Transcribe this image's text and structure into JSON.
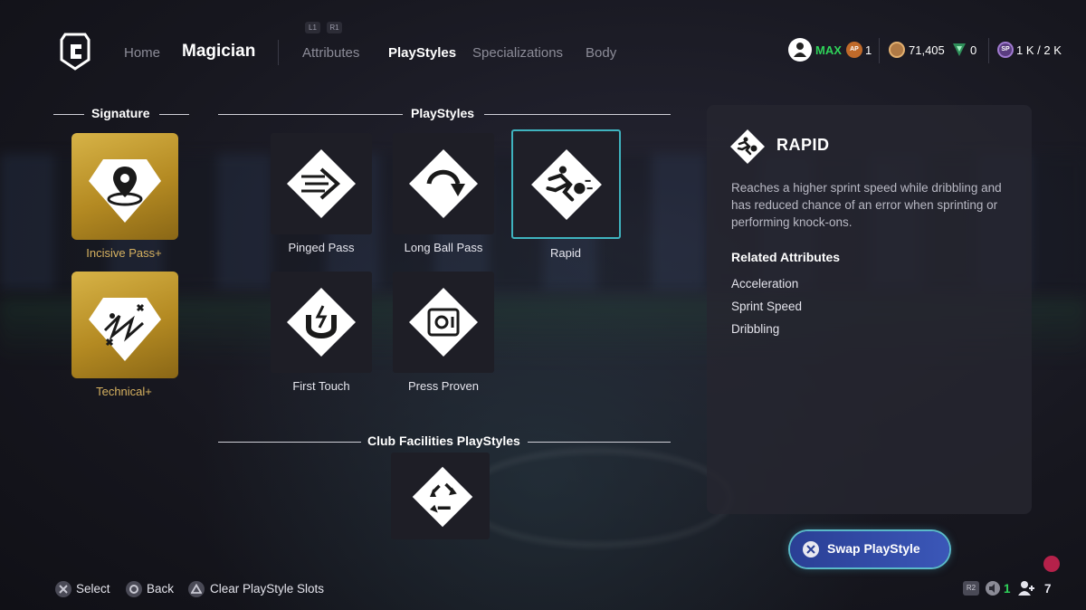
{
  "header": {
    "nav_home": "Home",
    "player_name": "Magician",
    "shoulder_left": "L1",
    "shoulder_right": "R1",
    "tabs": [
      {
        "label": "Attributes",
        "active": false
      },
      {
        "label": "PlayStyles",
        "active": true
      },
      {
        "label": "Specializations",
        "active": false
      },
      {
        "label": "Body",
        "active": false
      }
    ]
  },
  "currency": {
    "level_label": "MAX",
    "ap_value": "1",
    "coins_value": "71,405",
    "vp_value": "0",
    "sp_value": "1 K / 2 K",
    "ap_badge": "AP",
    "sp_badge": "SP"
  },
  "sections": {
    "signature": "Signature",
    "playstyles": "PlayStyles",
    "club_facilities": "Club Facilities PlayStyles"
  },
  "signature_items": [
    {
      "label": "Incisive Pass+",
      "icon": "location-pin-icon"
    },
    {
      "label": "Technical+",
      "icon": "zigzag-path-icon"
    }
  ],
  "playstyle_items": [
    {
      "label": "Pinged Pass",
      "icon": "fast-arrow-icon"
    },
    {
      "label": "Long Ball Pass",
      "icon": "curved-arrow-icon"
    },
    {
      "label": "Rapid",
      "icon": "sprinting-player-icon",
      "selected": true
    },
    {
      "label": "First Touch",
      "icon": "magnet-icon"
    },
    {
      "label": "Press Proven",
      "icon": "safe-icon"
    }
  ],
  "detail": {
    "title": "RAPID",
    "description": "Reaches a higher sprint speed while dribbling and has reduced chance of an error when sprinting or performing knock-ons.",
    "related_heading": "Related Attributes",
    "attributes": [
      "Acceleration",
      "Sprint Speed",
      "Dribbling"
    ]
  },
  "swap_button": {
    "label": "Swap PlayStyle"
  },
  "footer": {
    "select": "Select",
    "back": "Back",
    "clear": "Clear PlayStyle Slots",
    "r2_badge": "R2",
    "count_green": "1",
    "count_players": "7"
  },
  "colors": {
    "accent_teal": "#3fb3bf",
    "gold": "#c9a033",
    "button_blue": "#3b57b8",
    "level_green": "#2fd35a"
  }
}
